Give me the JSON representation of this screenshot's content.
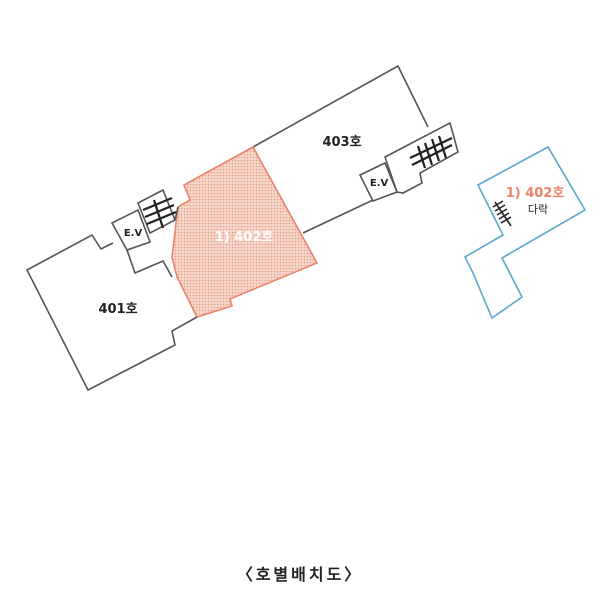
{
  "units": {
    "unit_401": "401호",
    "unit_402": "1) 402호",
    "unit_403": "403호",
    "elevator_left": "E.V",
    "elevator_right": "E.V",
    "attic_unit": "1) 402호",
    "attic_label": "다락"
  },
  "title": "〈호별배치도〉",
  "colors": {
    "wall": "#555555",
    "highlight": "#e8846a",
    "highlight_fill": "#f4c3b2",
    "attic_outline": "#5aa8cc"
  }
}
